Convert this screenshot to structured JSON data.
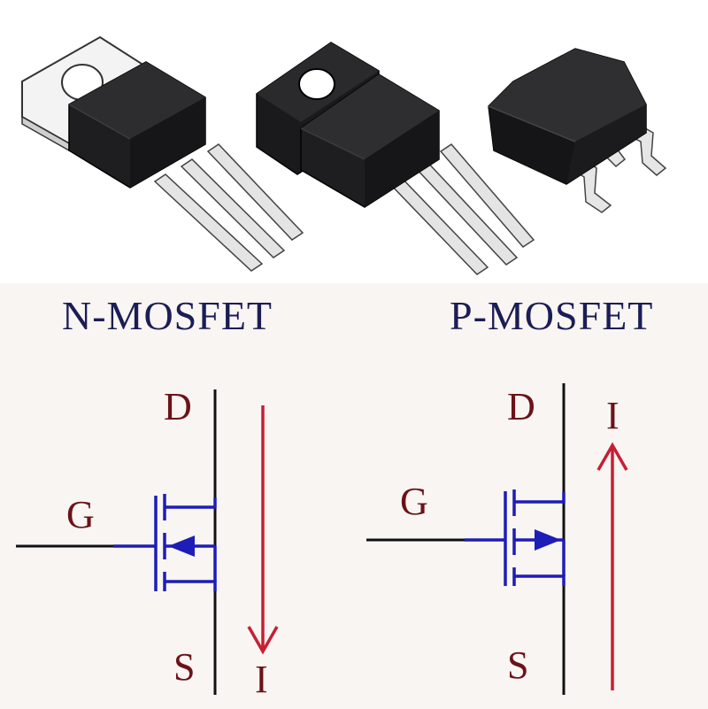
{
  "packages": [
    {
      "icon": "to-220-package-icon"
    },
    {
      "icon": "to-220-isolated-package-icon"
    },
    {
      "icon": "d2pak-package-icon"
    }
  ],
  "n_mosfet": {
    "title": "N-MOSFET",
    "labels": {
      "drain": "D",
      "gate": "G",
      "source": "S",
      "current": "I"
    },
    "current_direction": "down"
  },
  "p_mosfet": {
    "title": "P-MOSFET",
    "labels": {
      "drain": "D",
      "gate": "G",
      "source": "S",
      "current": "I"
    },
    "current_direction": "up"
  },
  "colors": {
    "title": "#1b1d55",
    "labels": "#6b1218",
    "symbol": "#1d1db8",
    "lead_wire": "#111111",
    "current_arrow": "#c81e33",
    "package_body": "#1e1e20",
    "tab_metal": "#f2f2f2"
  }
}
